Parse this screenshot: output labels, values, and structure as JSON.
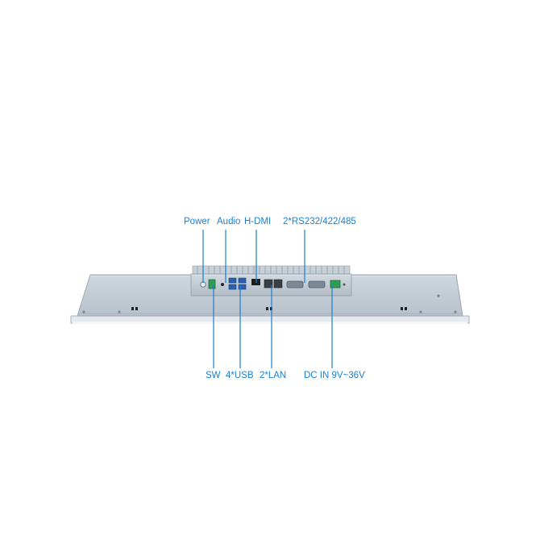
{
  "labels_top": {
    "power": "Power",
    "audio": "Audio",
    "hdmi": "H-DMI",
    "serial": "2*RS232/422/485"
  },
  "labels_bottom": {
    "sw": "SW",
    "usb": "4*USB",
    "lan": "2*LAN",
    "dc_in": "DC IN 9V~36V"
  },
  "colors": {
    "label_text": "#1a7fd1",
    "leader_line": "#1a7fd1",
    "chassis_body": "#c3ccd6",
    "chassis_edge": "#9aa6b2",
    "io_box": "#b9c3cd"
  }
}
